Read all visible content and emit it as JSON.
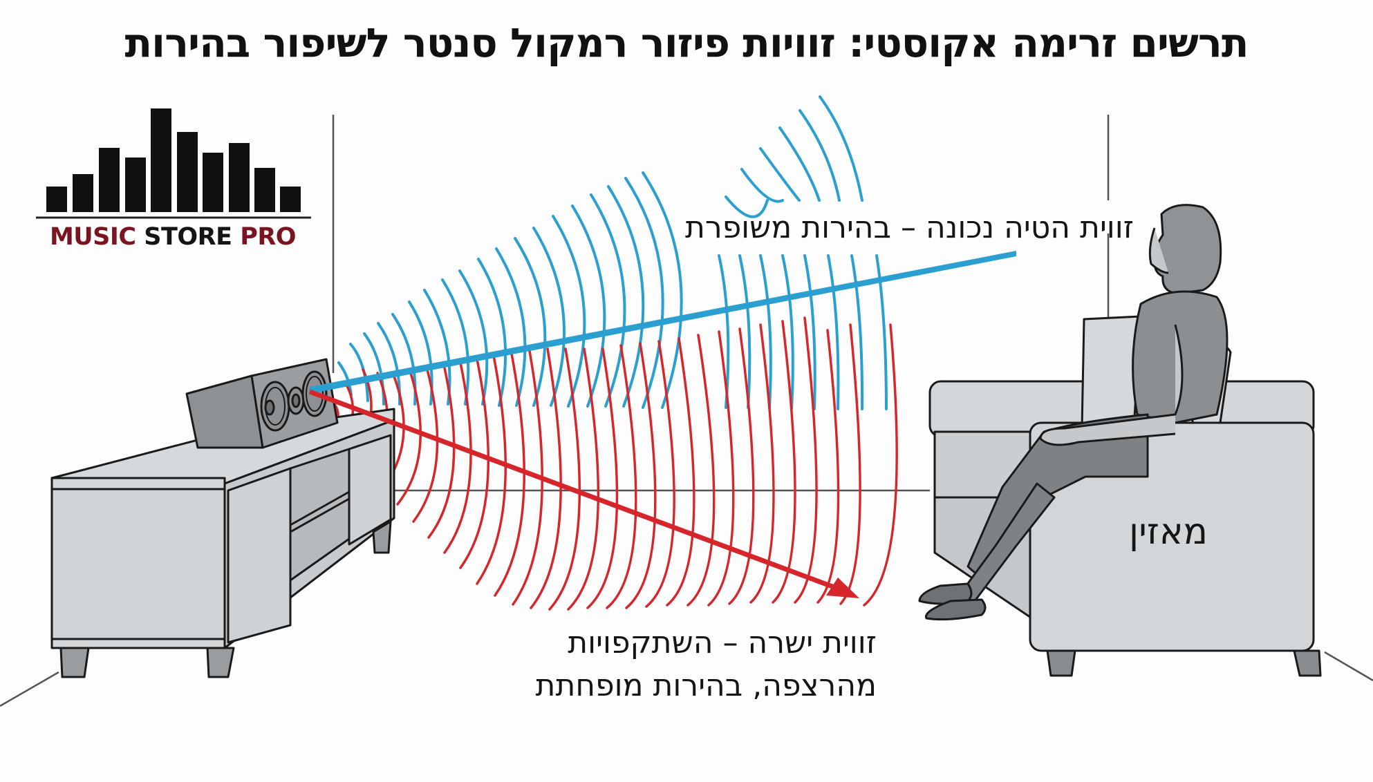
{
  "title": "תרשים זרימה אקוסטי: זוויות פיזור רמקול סנטר לשיפור בהירות",
  "logo": {
    "brand_part1": "MUSIC",
    "brand_part2": "STORE",
    "brand_part3": "PRO",
    "bar_heights": [
      36,
      55,
      92,
      79,
      148,
      118,
      92,
      106,
      71,
      36
    ],
    "colors": {
      "accent": "#7a1420",
      "dark": "#141414"
    }
  },
  "labels": {
    "correct_angle": "זווית הטיה נכונה – בהירות משופרת",
    "straight_angle_line1": "זווית ישרה – השתקפויות",
    "straight_angle_line2": "מהרצפה, בהירות מופחתת",
    "listener": "מאזין"
  },
  "colors": {
    "good_path": "#2a9fd0",
    "bad_path": "#d6262c",
    "furniture_fill": "#d3d6d8",
    "speaker_fill": "#8a8d90",
    "person_fill": "#8c8f92",
    "outline": "#1a1a1a"
  },
  "diagram": {
    "source": "center-speaker",
    "paths": [
      {
        "name": "angled",
        "color": "#2a9fd0",
        "result": "improved clarity"
      },
      {
        "name": "straight",
        "color": "#d6262c",
        "result": "floor reflections, reduced clarity"
      }
    ]
  }
}
